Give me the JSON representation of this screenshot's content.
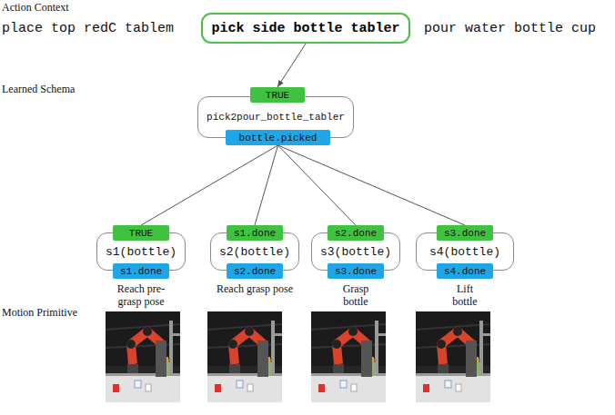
{
  "diagram": {
    "nodes": [
      {
        "text": [
          "pick side bottle tabler"
        ]
      },
      {
        "text": [
          "TRUE"
        ]
      },
      {
        "text": [
          "pick2pour_bottle_tabler"
        ]
      },
      {
        "text": [
          "bottle.picked"
        ]
      },
      {
        "text": [
          "TRUE"
        ]
      },
      {
        "text": [
          "s1(bottle)"
        ]
      },
      {
        "text": [
          "s1.done"
        ]
      },
      {
        "text": [
          "s1.done"
        ]
      },
      {
        "text": [
          "s2(bottle)"
        ]
      },
      {
        "text": [
          "s2.done"
        ]
      },
      {
        "text": [
          "s2.done"
        ]
      },
      {
        "text": [
          "s3(bottle)"
        ]
      },
      {
        "text": [
          "s3.done"
        ]
      },
      {
        "text": [
          "s3.done"
        ]
      },
      {
        "text": [
          "s4(bottle)"
        ]
      },
      {
        "text": [
          "s4.done"
        ]
      }
    ],
    "edges": [
      {
        "from": 0,
        "to": 1,
        "arrow": "to"
      },
      {
        "from": 3,
        "to": 4,
        "arrow": "none"
      },
      {
        "from": 3,
        "to": 7,
        "arrow": "none"
      },
      {
        "from": 3,
        "to": 10,
        "arrow": "none"
      },
      {
        "from": 3,
        "to": 13,
        "arrow": "none"
      }
    ],
    "labels": [
      "Action Context",
      "place top redC tablem",
      "pour water bottle cup",
      "Learned Schema",
      "Reach pre-grasp pose",
      "Reach grasp pose",
      "Grasp bottle",
      "Lift bottle",
      "Motion Primitive"
    ]
  }
}
